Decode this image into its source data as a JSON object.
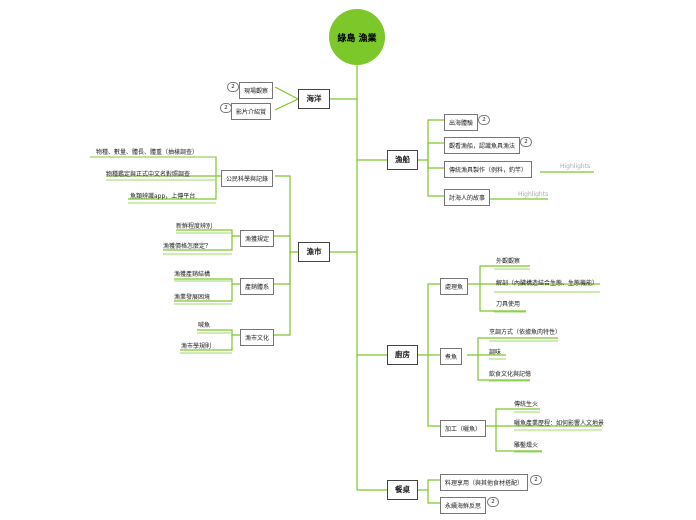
{
  "root": "綠島 漁業",
  "branches": {
    "ocean": "海洋",
    "market": "漁市",
    "fishing": "漁船",
    "kitchen": "廚房",
    "table": "餐桌"
  },
  "ocean": {
    "items": [
      "現場觀察",
      "影片介紹賞"
    ],
    "badges": [
      "2",
      "2"
    ]
  },
  "market": {
    "science": {
      "label": "公民科學與記錄",
      "items": [
        "物種、數量、體長、體重（抽樣調查）",
        "物種鑑定與正式中文名對照調查",
        "魚類辨識app，上傳平台"
      ]
    },
    "rules": {
      "label": "漁獲規定",
      "items": [
        "新鮮程度辨別",
        "漁獲價格怎麼定？"
      ]
    },
    "system": {
      "label": "產銷體系",
      "items": [
        "漁獲產銷結構",
        "漁業發展困境"
      ]
    },
    "culture": {
      "label": "漁市文化",
      "items": [
        "喊魚",
        "漁市學規則"
      ]
    }
  },
  "fishing": {
    "items": [
      "出海體驗",
      "觀看漁船，認識魚具漁法",
      "傳統漁具製作（例料，釣竿）",
      "討海人的故事"
    ],
    "badges": [
      "2",
      "2"
    ],
    "highlights": [
      "Highlights",
      "Highlights"
    ]
  },
  "kitchen": {
    "process": {
      "label": "處理魚",
      "items": [
        "外觀觀察",
        "解剖（內臟構造結合生態、生態機能）",
        "刀具使用"
      ]
    },
    "cook": {
      "label": "煮魚",
      "items": [
        "烹調方式（依據魚肉特性）",
        "調味",
        "飲食文化與記憶"
      ]
    },
    "dry": {
      "label": "加工（曬魚）",
      "items": [
        "傳統生火",
        "曬魚產業歷程：如何影響人文地景",
        "雕鑿燻火"
      ]
    }
  },
  "table": {
    "items": [
      "料理享用（與其他食材搭配）",
      "永續海鮮反思"
    ],
    "badges": [
      "2",
      "2"
    ]
  }
}
